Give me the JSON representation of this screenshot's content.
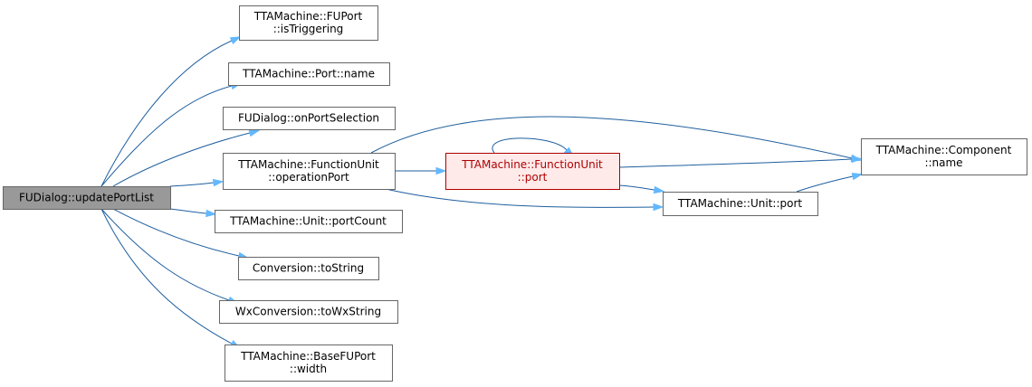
{
  "nodes": [
    {
      "id": "root",
      "lines": [
        "FUDialog::updatePortList"
      ],
      "style": "root"
    },
    {
      "id": "n1",
      "lines": [
        "TTAMachine::FUPort",
        "::isTriggering"
      ],
      "style": "normal"
    },
    {
      "id": "n2",
      "lines": [
        "TTAMachine::Port::name"
      ],
      "style": "normal"
    },
    {
      "id": "n3",
      "lines": [
        "FUDialog::onPortSelection"
      ],
      "style": "normal"
    },
    {
      "id": "n4",
      "lines": [
        "TTAMachine::FunctionUnit",
        "::operationPort"
      ],
      "style": "normal"
    },
    {
      "id": "n5",
      "lines": [
        "TTAMachine::Unit::portCount"
      ],
      "style": "normal"
    },
    {
      "id": "n6",
      "lines": [
        "Conversion::toString"
      ],
      "style": "normal"
    },
    {
      "id": "n7",
      "lines": [
        "WxConversion::toWxString"
      ],
      "style": "normal"
    },
    {
      "id": "n8",
      "lines": [
        "TTAMachine::BaseFUPort",
        "::width"
      ],
      "style": "normal"
    },
    {
      "id": "fport",
      "lines": [
        "TTAMachine::FunctionUnit",
        "::port"
      ],
      "style": "highlight"
    },
    {
      "id": "comp",
      "lines": [
        "TTAMachine::Component",
        "::name"
      ],
      "style": "normal"
    },
    {
      "id": "uport",
      "lines": [
        "TTAMachine::Unit::port"
      ],
      "style": "normal"
    }
  ],
  "edges": [
    [
      "root",
      "n1"
    ],
    [
      "root",
      "n2"
    ],
    [
      "root",
      "n3"
    ],
    [
      "root",
      "n4"
    ],
    [
      "root",
      "n5"
    ],
    [
      "root",
      "n6"
    ],
    [
      "root",
      "n7"
    ],
    [
      "root",
      "n8"
    ],
    [
      "n4",
      "comp"
    ],
    [
      "n4",
      "fport"
    ],
    [
      "n4",
      "uport"
    ],
    [
      "fport",
      "fport"
    ],
    [
      "fport",
      "comp"
    ],
    [
      "fport",
      "uport"
    ],
    [
      "uport",
      "comp"
    ]
  ],
  "colors": {
    "edge_line": "#1f5f9f",
    "arrow_head": "#63b8ff",
    "root_fill": "#999999",
    "highlight_fill": "#ffeaea",
    "highlight_border": "#b00000"
  }
}
